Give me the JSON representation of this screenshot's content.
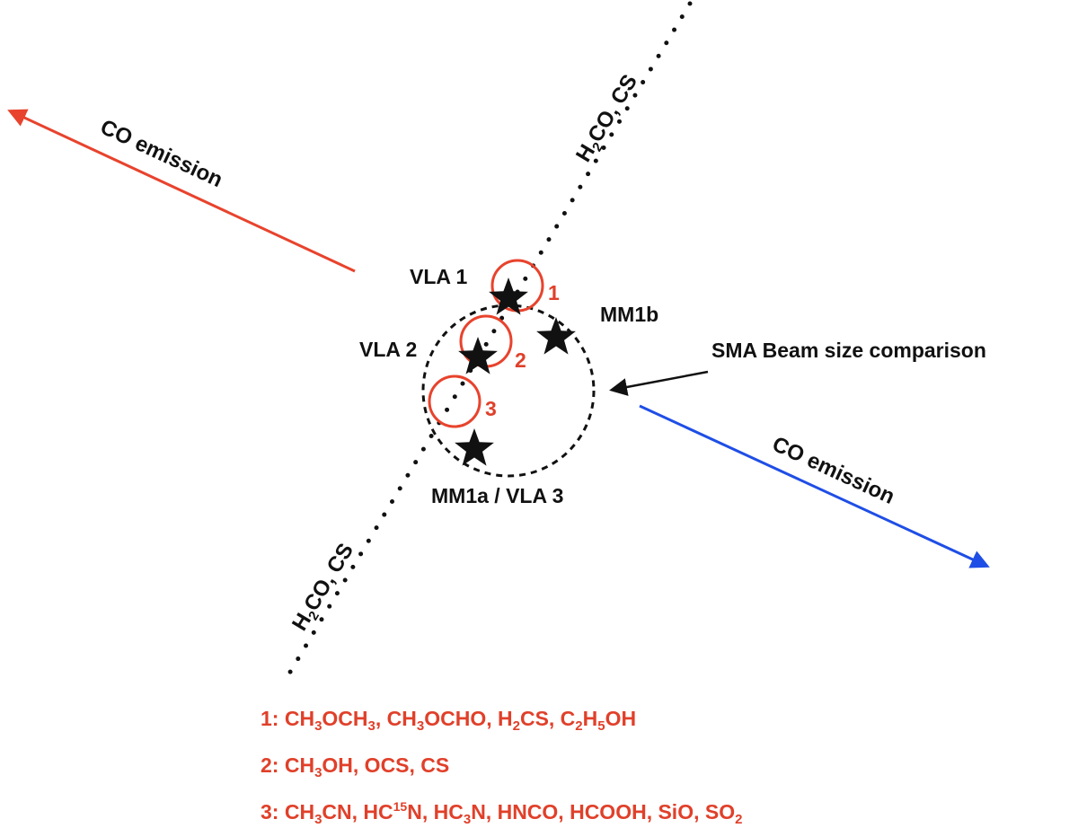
{
  "colors": {
    "red": "#e8432d",
    "blue": "#1f4ee6",
    "black": "#111111",
    "background": "#ffffff"
  },
  "outflow_red_label": "CO emission",
  "outflow_blue_label": "CO emission",
  "jet_label_upper": {
    "before": "H",
    "sub": "2",
    "after": "CO, CS"
  },
  "jet_label_lower": {
    "before": "H",
    "sub": "2",
    "after": "CO, CS"
  },
  "sources": {
    "vla1": "VLA 1",
    "vla2": "VLA 2",
    "mm1b": "MM1b",
    "mm1a": "MM1a / VLA 3"
  },
  "beam_label": "SMA Beam size comparison",
  "region_numbers": [
    "1",
    "2",
    "3"
  ],
  "legend": {
    "line1": [
      {
        "t": "1: CH"
      },
      {
        "t": "3",
        "s": "sub"
      },
      {
        "t": "OCH"
      },
      {
        "t": "3",
        "s": "sub"
      },
      {
        "t": ", CH"
      },
      {
        "t": "3",
        "s": "sub"
      },
      {
        "t": "OCHO, H"
      },
      {
        "t": "2",
        "s": "sub"
      },
      {
        "t": "CS, C"
      },
      {
        "t": "2",
        "s": "sub"
      },
      {
        "t": "H"
      },
      {
        "t": "5",
        "s": "sub"
      },
      {
        "t": "OH"
      }
    ],
    "line2": [
      {
        "t": "2: CH"
      },
      {
        "t": "3",
        "s": "sub"
      },
      {
        "t": "OH, OCS, CS"
      }
    ],
    "line3": [
      {
        "t": "3: CH"
      },
      {
        "t": "3",
        "s": "sub"
      },
      {
        "t": "CN, HC"
      },
      {
        "t": "15",
        "s": "sup"
      },
      {
        "t": "N, HC"
      },
      {
        "t": "3",
        "s": "sub"
      },
      {
        "t": "N, HNCO, HCOOH, SiO, SO"
      },
      {
        "t": "2",
        "s": "sub"
      }
    ]
  }
}
